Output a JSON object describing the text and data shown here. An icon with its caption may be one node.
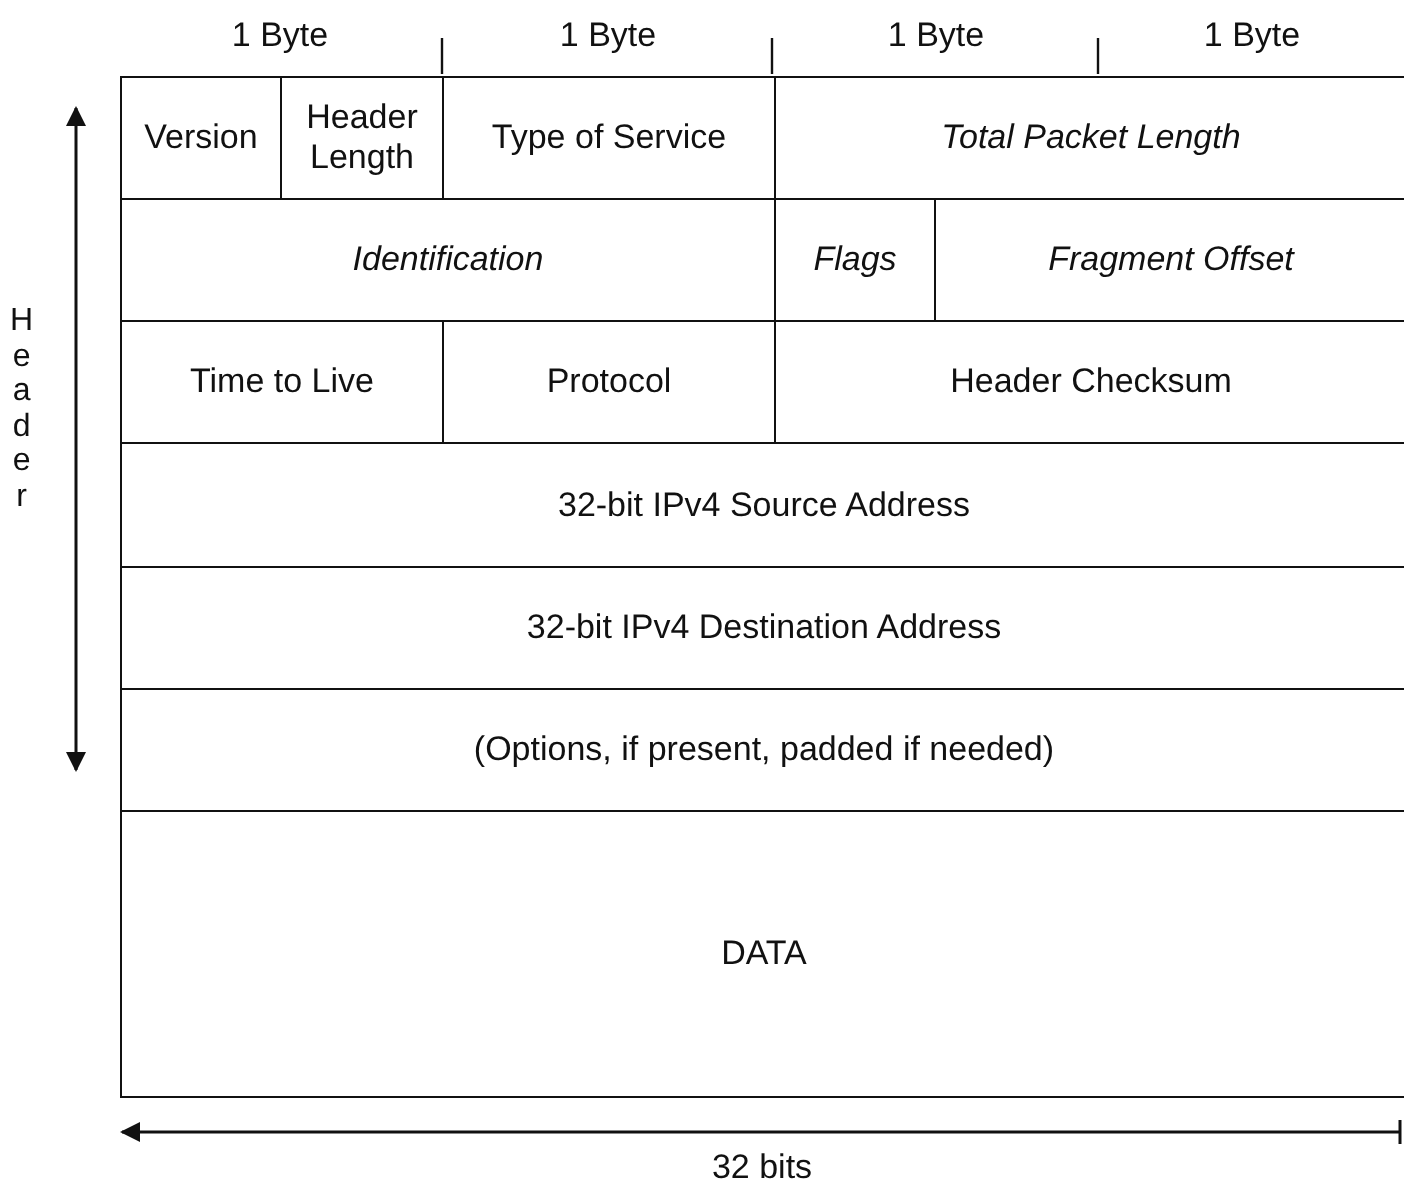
{
  "diagram": {
    "nodes": [
      {
        "text": [
          "Version"
        ]
      },
      {
        "text": [
          "Header Length"
        ]
      },
      {
        "text": [
          "Type of Service"
        ]
      },
      {
        "text": [
          "Total Packet Length"
        ]
      },
      {
        "text": [
          "Identification"
        ]
      },
      {
        "text": [
          "Flags"
        ]
      },
      {
        "text": [
          "Fragment Offset"
        ]
      },
      {
        "text": [
          "Time to Live"
        ]
      },
      {
        "text": [
          "Protocol"
        ]
      },
      {
        "text": [
          "Header Checksum"
        ]
      },
      {
        "text": [
          "32-bit IPv4 Source Address"
        ]
      },
      {
        "text": [
          "32-bit IPv4 Destination Address"
        ]
      },
      {
        "text": [
          "(Options, if present, padded if needed)"
        ]
      },
      {
        "text": [
          "DATA"
        ]
      }
    ],
    "labels": [
      "1 Byte",
      "1 Byte",
      "1 Byte",
      "1 Byte",
      "Header",
      "32 bits"
    ]
  }
}
